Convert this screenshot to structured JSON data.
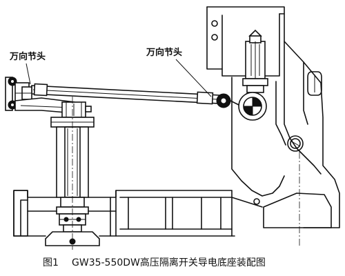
{
  "labels": {
    "left": "万向节头",
    "right": "万向节头"
  },
  "caption": {
    "figure_no": "图1",
    "text": "GW35-550DW高压隔离开关导电底座装配图"
  }
}
